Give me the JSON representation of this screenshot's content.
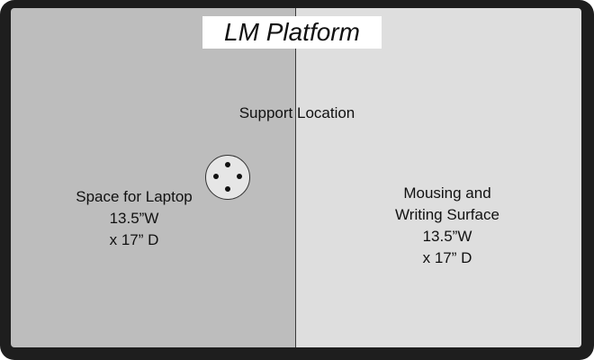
{
  "title": "LM Platform",
  "support_label": "Support Location",
  "left_area": {
    "lines": [
      "Space for Laptop",
      "13.5”W",
      "x 17”  D"
    ]
  },
  "right_area": {
    "lines": [
      "Mousing and",
      "Writing Surface",
      "13.5”W",
      "x 17”  D"
    ]
  },
  "colors": {
    "frame": "#1e1e1e",
    "left_panel": "#bdbdbd",
    "right_panel": "#dedede"
  }
}
